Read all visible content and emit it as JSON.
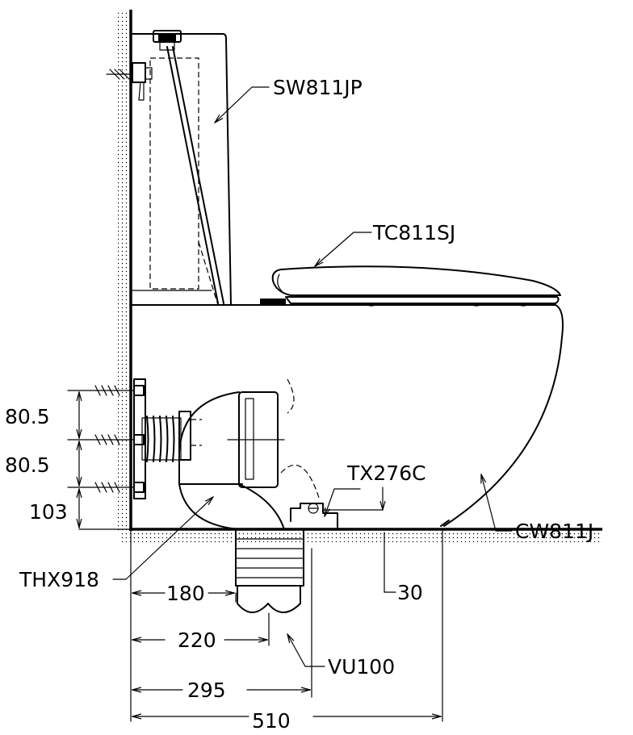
{
  "labels": {
    "tank": "SW811JP",
    "seat": "TC811SJ",
    "pan_connector": "TX276C",
    "bowl": "CW811J",
    "flange": "THX918",
    "waste": "VU100"
  },
  "dimensions": {
    "bolt_spacing_upper": "80.5",
    "bolt_spacing_lower": "80.5",
    "bottom_bolt_height": "103",
    "outlet_center": "180",
    "outlet_edge": "220",
    "waste_center": "295",
    "depth": "510",
    "floor_offset": "30"
  }
}
